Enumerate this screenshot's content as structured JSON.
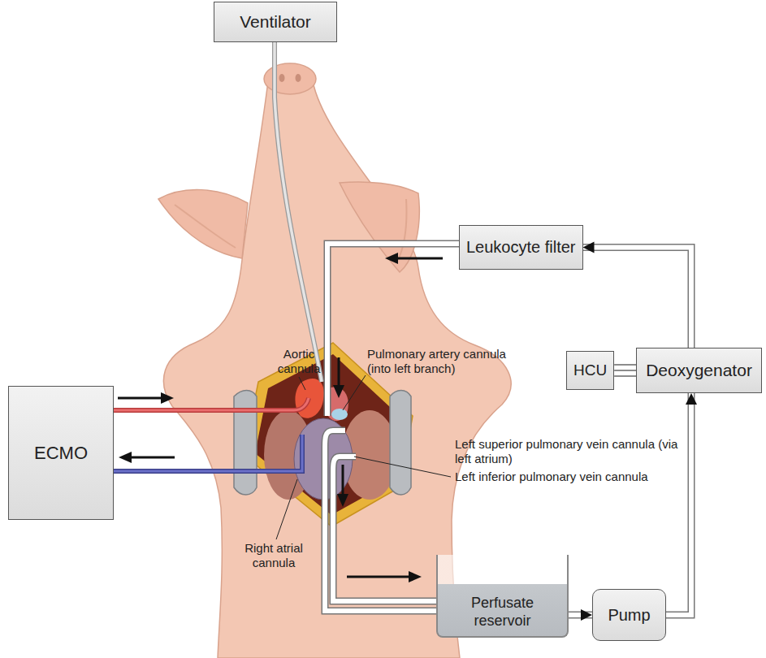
{
  "diagram": {
    "nodes": [
      {
        "text": [
          "Ventilator"
        ]
      },
      {
        "text": [
          "Leukocyte filter"
        ]
      },
      {
        "text": [
          "HCU"
        ]
      },
      {
        "text": [
          "Deoxygenator"
        ]
      },
      {
        "text": [
          "ECMO"
        ]
      },
      {
        "text": [
          "Perfusate reservoir"
        ]
      },
      {
        "text": [
          "Pump"
        ]
      }
    ],
    "edges": [
      {
        "from": 5,
        "to": 6,
        "arrow": "to"
      },
      {
        "from": 6,
        "to": 3,
        "arrow": "to"
      },
      {
        "from": 3,
        "to": 1,
        "arrow": "to"
      },
      {
        "from": 2,
        "to": 3,
        "arrow": "none"
      }
    ],
    "labels": [
      "Aortic cannula",
      "Pulmonary artery cannula (into left branch)",
      "Left superior pulmonary vein cannula (via left atrium)",
      "Left inferior pulmonary vein cannula",
      "Right atrial cannula"
    ]
  }
}
